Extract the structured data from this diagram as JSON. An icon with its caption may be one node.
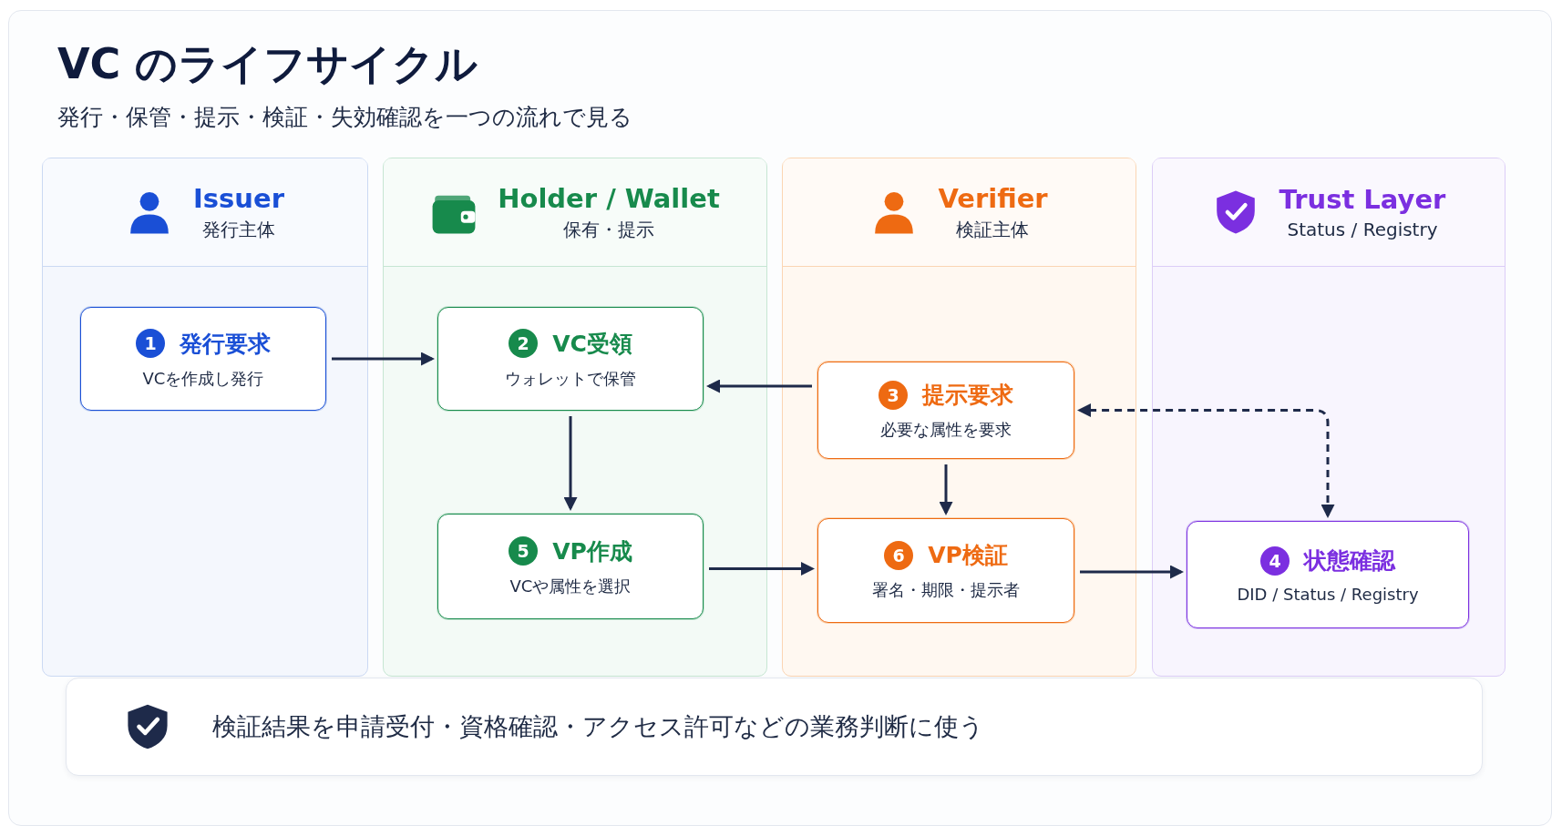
{
  "diagram": {
    "title": "VC のライフサイクル",
    "nodes": [
      {
        "text": [
          "Issuer",
          "発行主体"
        ]
      },
      {
        "text": [
          "1",
          "発行要求",
          "VCを作成し発行"
        ],
        "in": 0
      },
      {
        "text": [
          "Holder / Wallet",
          "保有・提示"
        ]
      },
      {
        "text": [
          "2",
          "VC受領",
          "ウォレットで保管"
        ],
        "in": 2
      },
      {
        "text": [
          "5",
          "VP作成",
          "VCや属性を選択"
        ],
        "in": 2
      },
      {
        "text": [
          "Verifier",
          "検証主体"
        ]
      },
      {
        "text": [
          "3",
          "提示要求",
          "必要な属性を要求"
        ],
        "in": 5
      },
      {
        "text": [
          "6",
          "VP検証",
          "署名・期限・提示者"
        ],
        "in": 5
      },
      {
        "text": [
          "Trust Layer",
          "Status / Registry"
        ]
      },
      {
        "text": [
          "4",
          "状態確認",
          "DID / Status / Registry"
        ],
        "in": 8
      },
      {
        "text": [
          "検証結果を申請受付・資格確認・アクセス許可などの業務判断に使う"
        ]
      }
    ],
    "edges": [
      {
        "from": 1,
        "to": 3,
        "arrow": "to"
      },
      {
        "from": 6,
        "to": 3,
        "arrow": "to"
      },
      {
        "from": 3,
        "to": 4,
        "arrow": "to"
      },
      {
        "from": 6,
        "to": 7,
        "arrow": "to"
      },
      {
        "from": 4,
        "to": 7,
        "arrow": "to"
      },
      {
        "from": 7,
        "to": 9,
        "arrow": "to"
      },
      {
        "from": 9,
        "to": 6,
        "arrow": "both",
        "style": "dashed"
      }
    ],
    "labels": [
      "発行・保管・提示・検証・失効確認を一つの流れで見る"
    ]
  }
}
